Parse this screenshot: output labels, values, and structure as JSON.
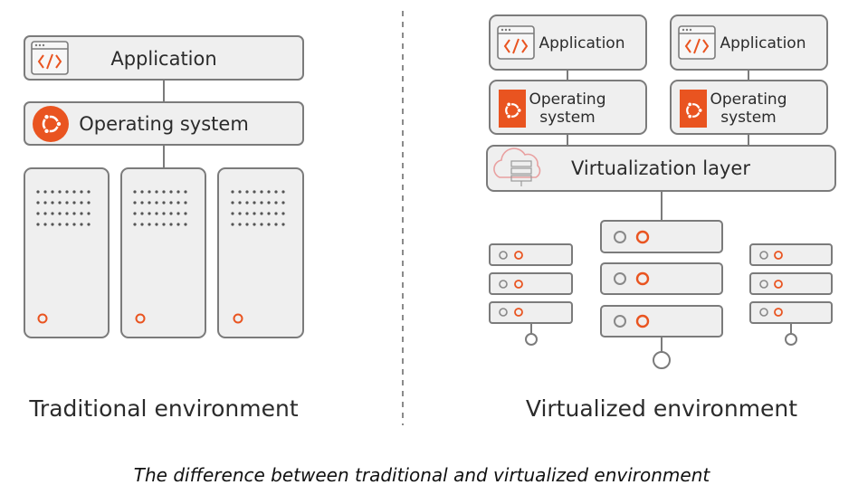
{
  "traditional": {
    "app_label": "Application",
    "os_label": "Operating system",
    "title": "Traditional environment"
  },
  "virtualized": {
    "vm1": {
      "app_label": "Application",
      "os_line1": "Operating",
      "os_line2": "system"
    },
    "vm2": {
      "app_label": "Application",
      "os_line1": "Operating",
      "os_line2": "system"
    },
    "virt_layer_label": "Virtualization layer",
    "title": "Virtualized environment"
  },
  "caption": "The difference between traditional and virtualized environment",
  "colors": {
    "accent": "#e95420",
    "box_fill": "#efefef",
    "stroke": "#7b7b7b",
    "divider": "#8a8a8a"
  },
  "icons": [
    "code-window-icon",
    "ubuntu-logo-icon",
    "cloud-server-icon"
  ]
}
